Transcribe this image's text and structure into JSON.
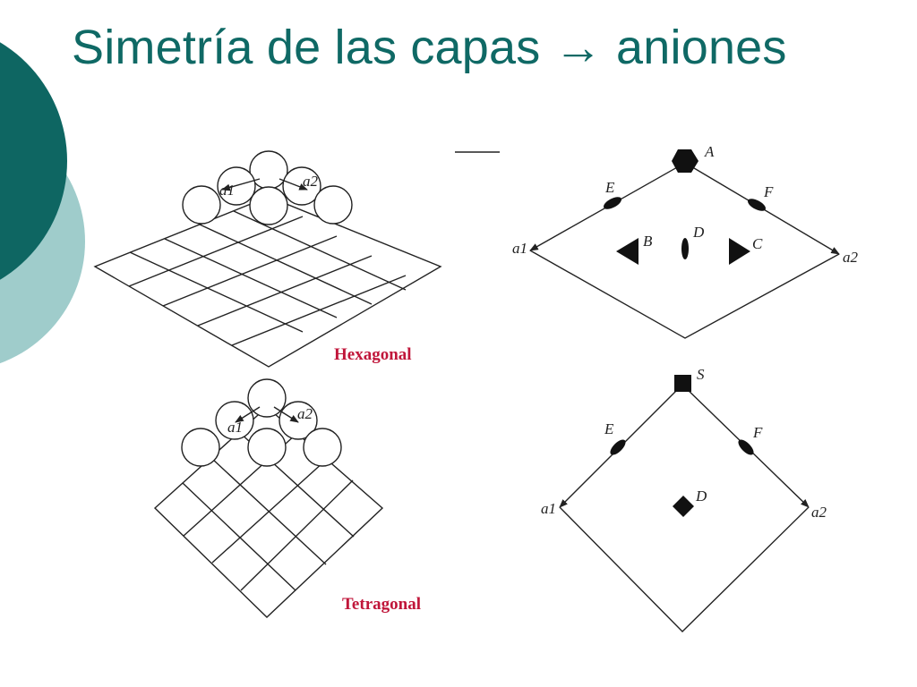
{
  "slide": {
    "title": "Simetría de las capas → aniones"
  },
  "colors": {
    "title": "#0f6965",
    "deco_dark": "#0e6662",
    "deco_light": "#9fcccb",
    "label": "#c0163a"
  },
  "figure": {
    "labels": {
      "hexagonal": "Hexagonal",
      "tetragonal": "Tetragonal"
    },
    "hexagonal_cell": {
      "vector_a1": "a1",
      "vector_a2": "a2",
      "sites": {
        "A": "A",
        "B": "B",
        "C": "C",
        "D": "D",
        "E": "E",
        "F": "F"
      }
    },
    "tetragonal_cell": {
      "vector_a1": "a1",
      "vector_a2": "a2",
      "sites": {
        "S": "S",
        "D": "D",
        "E": "E",
        "F": "F"
      }
    }
  }
}
